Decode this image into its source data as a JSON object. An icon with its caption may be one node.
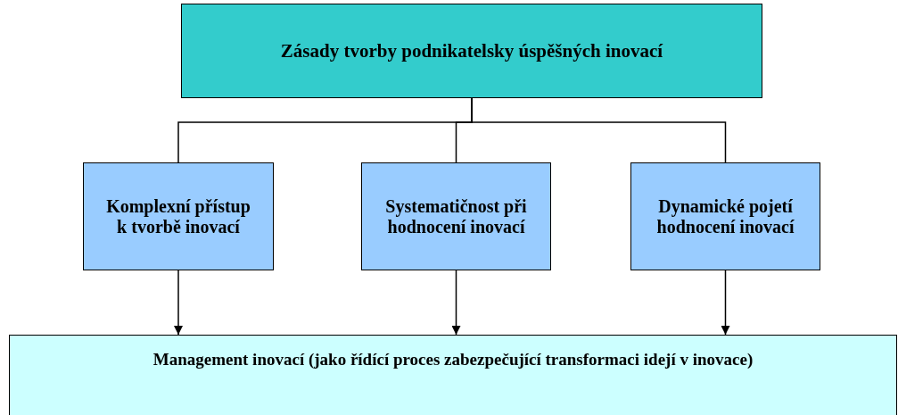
{
  "diagram": {
    "nodes": [
      {
        "text": [
          "Zásady tvorby podnikatelsky úspěšných inovací"
        ]
      },
      {
        "text": [
          "Komplexní přístup k tvorbě inovací"
        ]
      },
      {
        "text": [
          "Systematičnost při hodnocení inovací"
        ]
      },
      {
        "text": [
          "Dynamické pojetí hodnocení inovací"
        ]
      },
      {
        "text": [
          "Management inovací (jako řídící proces zabezpečující transformaci idejí v inovace)"
        ]
      }
    ],
    "edges": [
      {
        "from": 0,
        "to": 1,
        "arrow": "none"
      },
      {
        "from": 0,
        "to": 2,
        "arrow": "none"
      },
      {
        "from": 0,
        "to": 3,
        "arrow": "none"
      },
      {
        "from": 1,
        "to": 4,
        "arrow": "to"
      },
      {
        "from": 2,
        "to": 4,
        "arrow": "to"
      },
      {
        "from": 3,
        "to": 4,
        "arrow": "to"
      }
    ]
  }
}
